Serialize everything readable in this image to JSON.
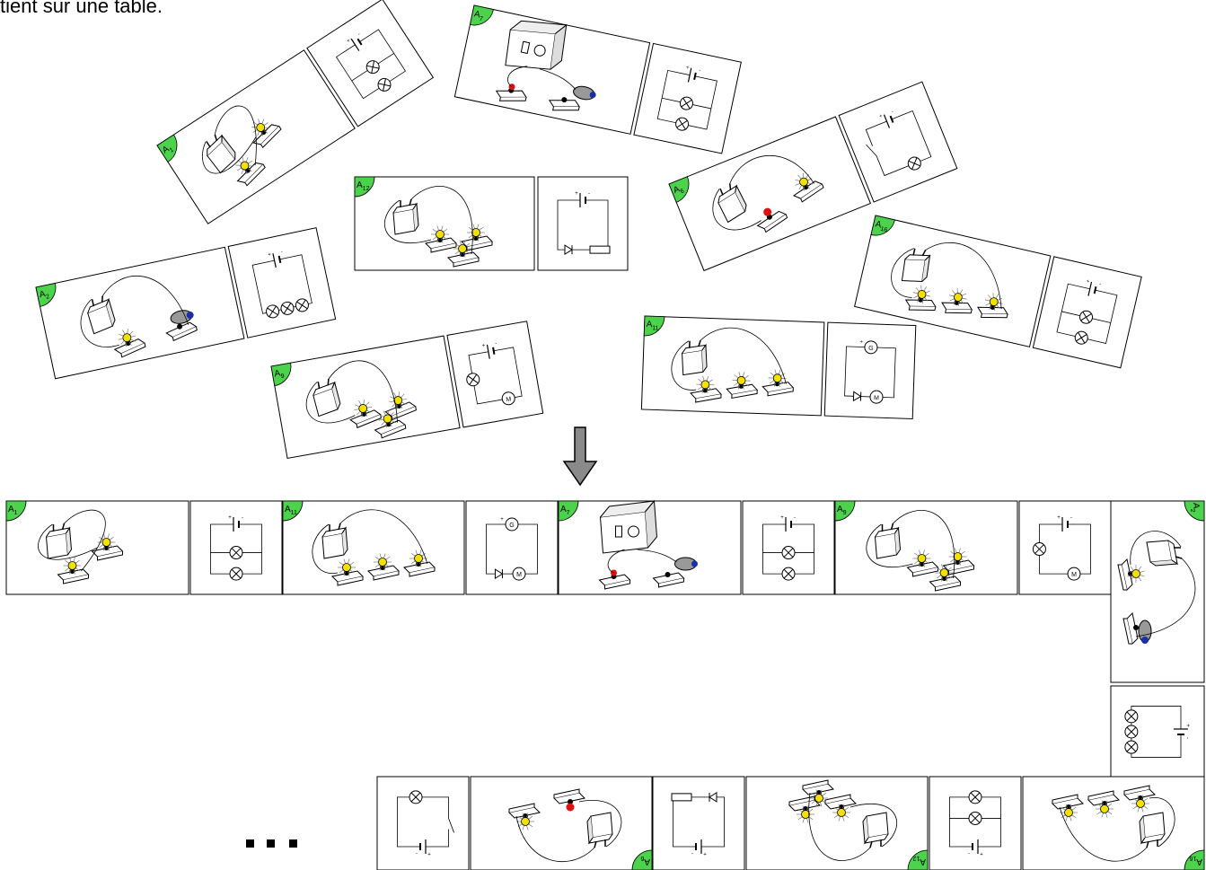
{
  "header": {
    "text": "tient sur une table."
  },
  "badge_color": "#4cd34c",
  "bulb_color": "#f2e000",
  "led_red": "#e01010",
  "motor_blue": "#1a2ea8",
  "scattered_pieces": [
    {
      "id": "A1",
      "letter": "A",
      "sub": "1",
      "picture": "bat-bulb",
      "schema": "parallel2"
    },
    {
      "id": "A7",
      "letter": "A",
      "sub": "7",
      "picture": "gen-motor",
      "schema": "parallel2"
    },
    {
      "id": "A12",
      "letter": "A",
      "sub": "12",
      "picture": "bat-2bulbs",
      "schema": "diode-resistor"
    },
    {
      "id": "A6",
      "letter": "A",
      "sub": "6",
      "picture": "bat-led",
      "schema": "switch-lamp"
    },
    {
      "id": "A16",
      "letter": "A",
      "sub": "16",
      "picture": "bat-3bulbs",
      "schema": "parallel2"
    },
    {
      "id": "A2",
      "letter": "A",
      "sub": "2",
      "picture": "bat-bulb-motor",
      "schema": "series3"
    },
    {
      "id": "A9",
      "letter": "A",
      "sub": "9",
      "picture": "bat-2bulbs",
      "schema": "lamp-motor"
    },
    {
      "id": "A11",
      "letter": "A",
      "sub": "11",
      "picture": "bat-3bulbs",
      "schema": "gen-diode-motor"
    }
  ],
  "chain_pieces": [
    {
      "id": "A1",
      "letter": "A",
      "sub": "1"
    },
    {
      "id": "A11",
      "letter": "A",
      "sub": "11"
    },
    {
      "id": "A7",
      "letter": "A",
      "sub": "7"
    },
    {
      "id": "A9",
      "letter": "A",
      "sub": "9"
    },
    {
      "id": "A2",
      "letter": "A",
      "sub": "2"
    },
    {
      "id": "A6",
      "letter": "A",
      "sub": "6"
    },
    {
      "id": "A12",
      "letter": "A",
      "sub": "12"
    },
    {
      "id": "A16",
      "letter": "A",
      "sub": "16"
    }
  ],
  "schema_symbols": {
    "generator": "G",
    "motor": "M",
    "plus": "+",
    "minus": "-"
  }
}
